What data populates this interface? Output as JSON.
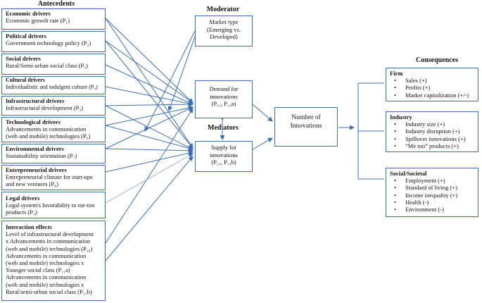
{
  "headers": {
    "antecedents": "Antecedents",
    "moderator": "Moderator",
    "mediators": "Mediators",
    "consequences": "Consequences"
  },
  "antecedents": [
    {
      "title": "Economic drivers",
      "lines": [
        "Economic growth rate (P₁)"
      ]
    },
    {
      "title": "Political drivers",
      "lines": [
        "Government technology policy (P₂)"
      ]
    },
    {
      "title": "Social drivers",
      "lines": [
        "Rural/Semi-urban social class (P₃)"
      ]
    },
    {
      "title": "Cultural drivers",
      "lines": [
        "Individualistic and indulgent culture (P₄)"
      ]
    },
    {
      "title": "Infrastructural drivers",
      "lines": [
        "Infrastructural development (P₅)"
      ]
    },
    {
      "title": "Technological drivers",
      "lines": [
        "Advancements in communication",
        "(web and mobile) technologies (P₆)"
      ]
    },
    {
      "title": "Environmental drivers",
      "lines": [
        "Sustainability orientation (P₇)"
      ]
    },
    {
      "title": "Entrepreneurial drivers",
      "lines": [
        "Entrepreneurial climate for start-ups",
        "and new ventures (P₈)"
      ]
    },
    {
      "title": "Legal drivers",
      "lines": [
        "Legal system's favorability to me-too",
        "products (P₉)"
      ]
    },
    {
      "title": "Interaction effects",
      "lines": [
        "Level of infrastructural development",
        "x Advancements in communication",
        "(web and mobile) technologies (P₁₀)",
        "Advancements in communication",
        "(web and mobile) technologies x",
        "Younger social class (P₁₁a)",
        "Advancements in communication",
        "(web and mobile) technologies x",
        "Rural/semi-urban social class (P₁₁b)"
      ]
    }
  ],
  "moderator_box": {
    "lines": [
      "Market type",
      "(Emerging vs.",
      "Developed)"
    ]
  },
  "demand_box": {
    "lines": [
      "Demand for",
      "innovations",
      "(P₁₂, P₁₄a)"
    ]
  },
  "supply_box": {
    "lines": [
      "Supply for",
      "innovations",
      "(P₁₃, P₁₄b)"
    ]
  },
  "number_box": {
    "lines": [
      "Number of",
      "Innovations"
    ]
  },
  "consequences": [
    {
      "title": "Firm",
      "items": [
        "Sales (+)",
        "Profits (+)",
        "Market capitalization (+/-)"
      ]
    },
    {
      "title": "Industry",
      "items": [
        "Industry size (+)",
        "Industry disruption (+)",
        "Spillover innovations (+)",
        "“Me too” products (+)"
      ]
    },
    {
      "title": "Social/Societal",
      "items": [
        "Employment (+)",
        "Standard of living (+)",
        "Income inequality (+)",
        "Health (-)",
        "Environment (-)"
      ]
    }
  ],
  "colors": {
    "line": "#3d6fb0",
    "arrow": "#3d6fb0"
  }
}
